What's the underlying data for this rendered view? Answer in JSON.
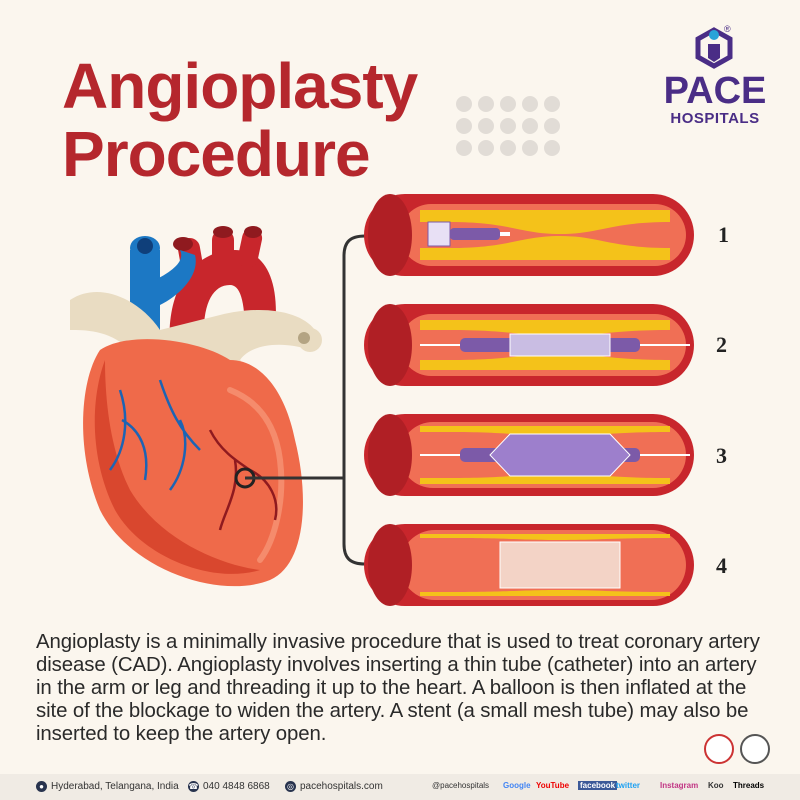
{
  "header": {
    "title_line1": "Angioplasty",
    "title_line2": "Procedure"
  },
  "logo": {
    "name": "PACE",
    "subtitle": "HOSPITALS",
    "registered": "®",
    "icon": "pace-hexagon-person-icon",
    "color": "#4a2d86"
  },
  "steps": [
    {
      "number": "1"
    },
    {
      "number": "2"
    },
    {
      "number": "3"
    },
    {
      "number": "4"
    }
  ],
  "description": "Angioplasty is a minimally invasive procedure that is used to treat coronary artery disease (CAD). Angioplasty involves inserting a thin tube (catheter) into an artery in the arm or leg and threading it up to the heart. A balloon is then inflated at the site of the blockage to widen the artery. A stent (a small mesh tube) may also be inserted to keep the artery open.",
  "footer": {
    "location": "Hyderabad, Telangana, India",
    "phone": "040 4848 6868",
    "website": "pacehospitals.com",
    "handle": "@pacehospitals",
    "social": [
      "Google",
      "YouTube",
      "facebook",
      "twitter",
      "Instagram",
      "Koo",
      "Threads"
    ]
  },
  "colors": {
    "title": "#b5272d",
    "artery": "#c8262c",
    "plaque": "#f4c21a",
    "stent": "#7c5aa8",
    "background": "#fbf6ee"
  }
}
